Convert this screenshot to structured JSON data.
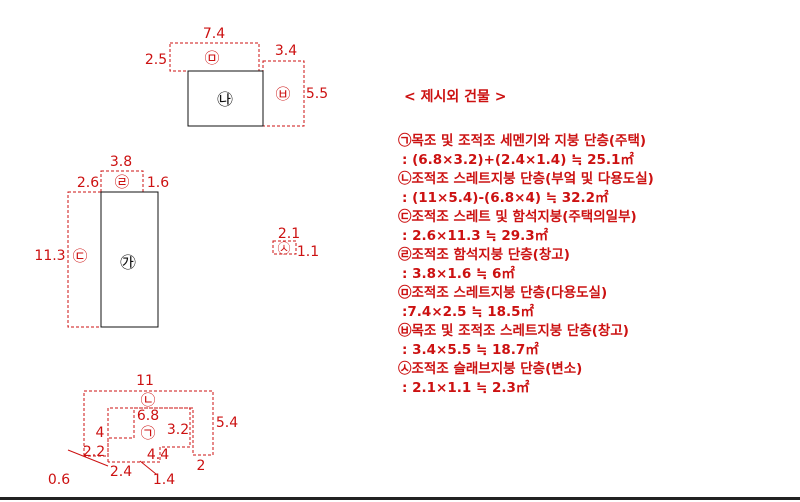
{
  "colors": {
    "dim": "#cc1111",
    "outline": "#111111",
    "background": "#ffffff"
  },
  "labels": {
    "ga": "㉮",
    "na": "㉯",
    "c1": "㉠",
    "c2": "㉡",
    "c3": "㉢",
    "c4": "㉣",
    "c5": "㉤",
    "c6": "㉥",
    "c7": "㉦"
  },
  "dims": {
    "d_7_4": "7.4",
    "d_2_5": "2.5",
    "d_3_4": "3.4",
    "d_5_5": "5.5",
    "d_3_8": "3.8",
    "d_2_6": "2.6",
    "d_1_6": "1.6",
    "d_11_3": "11.3",
    "d_2_1": "2.1",
    "d_1_1": "1.1",
    "d_11": "11",
    "d_6_8": "6.8",
    "d_3_2": "3.2",
    "d_5_4": "5.4",
    "d_4": "4",
    "d_2_2": "2.2",
    "d_4_4": "4.4",
    "d_2_4": "2.4",
    "d_0_6": "0.6",
    "d_1_4": "1.4",
    "d_2": "2"
  },
  "legend": {
    "title": "< 제시외 건물 >",
    "entries": [
      {
        "head": "㉠목조 및 조적조 세멘기와 지붕 단층(주택)",
        "formula": ": (6.8×3.2)+(2.4×1.4) ≒ 25.1㎡"
      },
      {
        "head": "㉡조적조 스레트지붕 단층(부엌 및 다용도실)",
        "formula": ": (11×5.4)-(6.8×4)  ≒ 32.2㎡"
      },
      {
        "head": "㉢조적조 스레트 및 함석지붕(주택의일부)",
        "formula": ": 2.6×11.3 ≒ 29.3㎡"
      },
      {
        "head": "㉣조적조 함석지붕 단층(창고)",
        "formula": ": 3.8×1.6 ≒ 6㎡"
      },
      {
        "head": "㉤조적조 스레트지붕 단층(다용도실)",
        "formula": ":7.4×2.5 ≒ 18.5㎡"
      },
      {
        "head": "㉥목조 및 조적조 스레트지붕 단층(창고)",
        "formula": ": 3.4×5.5 ≒ 18.7㎡"
      },
      {
        "head": "㉦조적조 슬래브지붕 단층(변소)",
        "formula": ": 2.1×1.1 ≒ 2.3㎡"
      }
    ]
  }
}
